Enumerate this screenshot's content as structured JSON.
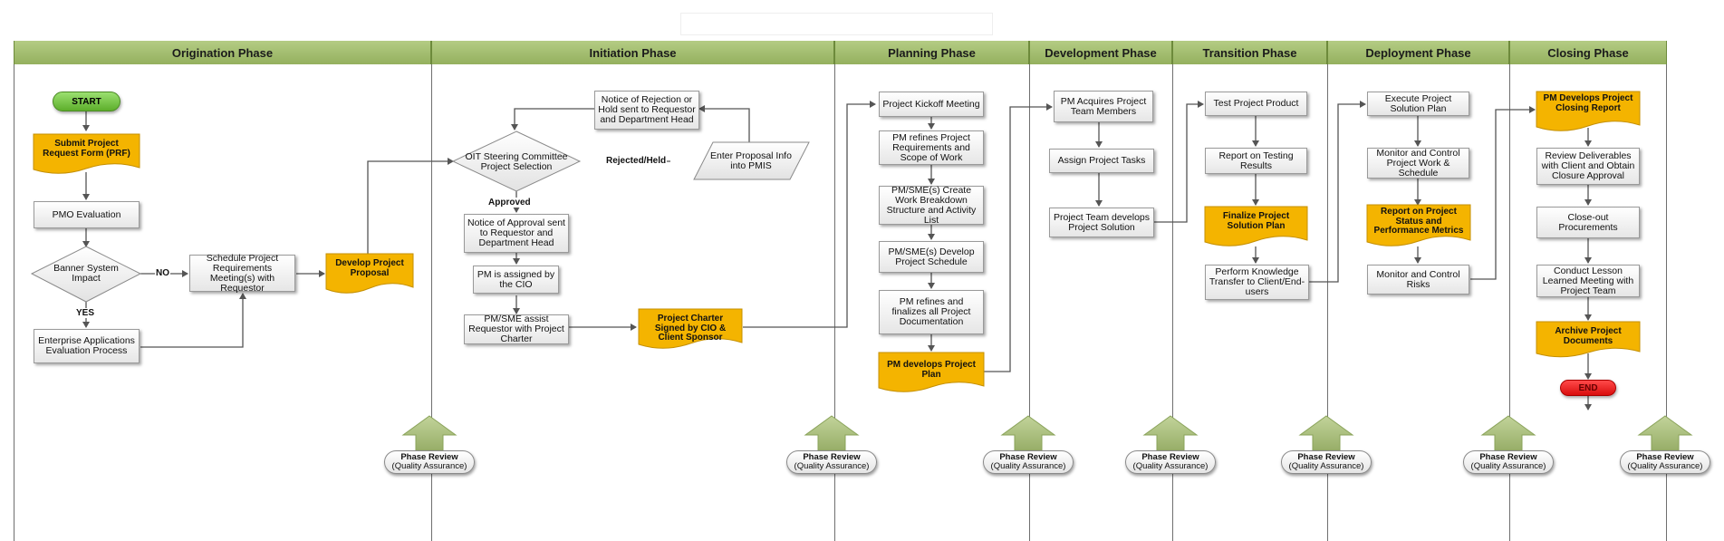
{
  "phases": [
    {
      "label": "Origination Phase"
    },
    {
      "label": "Initiation Phase"
    },
    {
      "label": "Planning Phase"
    },
    {
      "label": "Development Phase"
    },
    {
      "label": "Transition Phase"
    },
    {
      "label": "Deployment Phase"
    },
    {
      "label": "Closing Phase"
    }
  ],
  "terminals": {
    "start": "START",
    "end": "END"
  },
  "nodes": {
    "submit_prf": "Submit Project Request Form (PRF)",
    "pmo_eval": "PMO Evaluation",
    "banner_impact": "Banner System Impact",
    "enterprise_eval": "Enterprise Applications Evaluation Process",
    "schedule_req": "Schedule Project Requirements Meeting(s) with Requestor",
    "develop_proposal": "Develop Project Proposal",
    "notice_rejection": "Notice of Rejection or Hold sent to Requestor and Department Head",
    "oit_steering": "OIT Steering Committee Project Selection",
    "enter_proposal": "Enter Proposal Info into PMIS",
    "notice_approval": "Notice of Approval sent to Requestor and Department Head",
    "pm_assigned": "PM is assigned by the CIO",
    "pm_sme_assist": "PM/SME assist Requestor with Project Charter",
    "project_charter": "Project Charter Signed by CIO & Client Sponsor",
    "kickoff": "Project Kickoff Meeting",
    "pm_refines_req": "PM refines Project Requirements and Scope of Work",
    "create_wbs": "PM/SME(s) Create Work Breakdown Structure and Activity List",
    "develop_schedule": "PM/SME(s) Develop Project Schedule",
    "finalize_docs": "PM refines and finalizes all Project Documentation",
    "pm_plan": "PM develops Project Plan",
    "acquires_team": "PM Acquires Project Team Members",
    "assign_tasks": "Assign Project Tasks",
    "team_develops": "Project Team develops Project Solution",
    "test_product": "Test Project Product",
    "report_testing": "Report on Testing Results",
    "finalize_solution": "Finalize Project Solution Plan",
    "knowledge_transfer": "Perform Knowledge Transfer to Client/End-users",
    "execute_plan": "Execute Project Solution Plan",
    "monitor_control": "Monitor and Control Project Work & Schedule",
    "report_status": "Report on Project Status and Performance Metrics",
    "monitor_risks": "Monitor and Control Risks",
    "closing_report": "PM Develops Project Closing Report",
    "review_deliverables": "Review Deliverables with Client and Obtain Closure Approval",
    "closeout": "Close-out Procurements",
    "lesson_learned": "Conduct Lesson Learned Meeting with Project Team",
    "archive_docs": "Archive Project Documents"
  },
  "edge_labels": {
    "no": "NO",
    "yes": "YES",
    "approved": "Approved",
    "rejected": "Rejected/Held"
  },
  "phase_review": {
    "title": "Phase Review",
    "subtitle": "(Quality Assurance)",
    "count": 7
  },
  "colors": {
    "header_green": "#a8c176",
    "review_arrow": "#a9bd80",
    "start_green": "#7ac943",
    "end_red": "#ee1c1c",
    "doc_orange": "#f4b400",
    "lane_border": "#6f6f6f"
  }
}
